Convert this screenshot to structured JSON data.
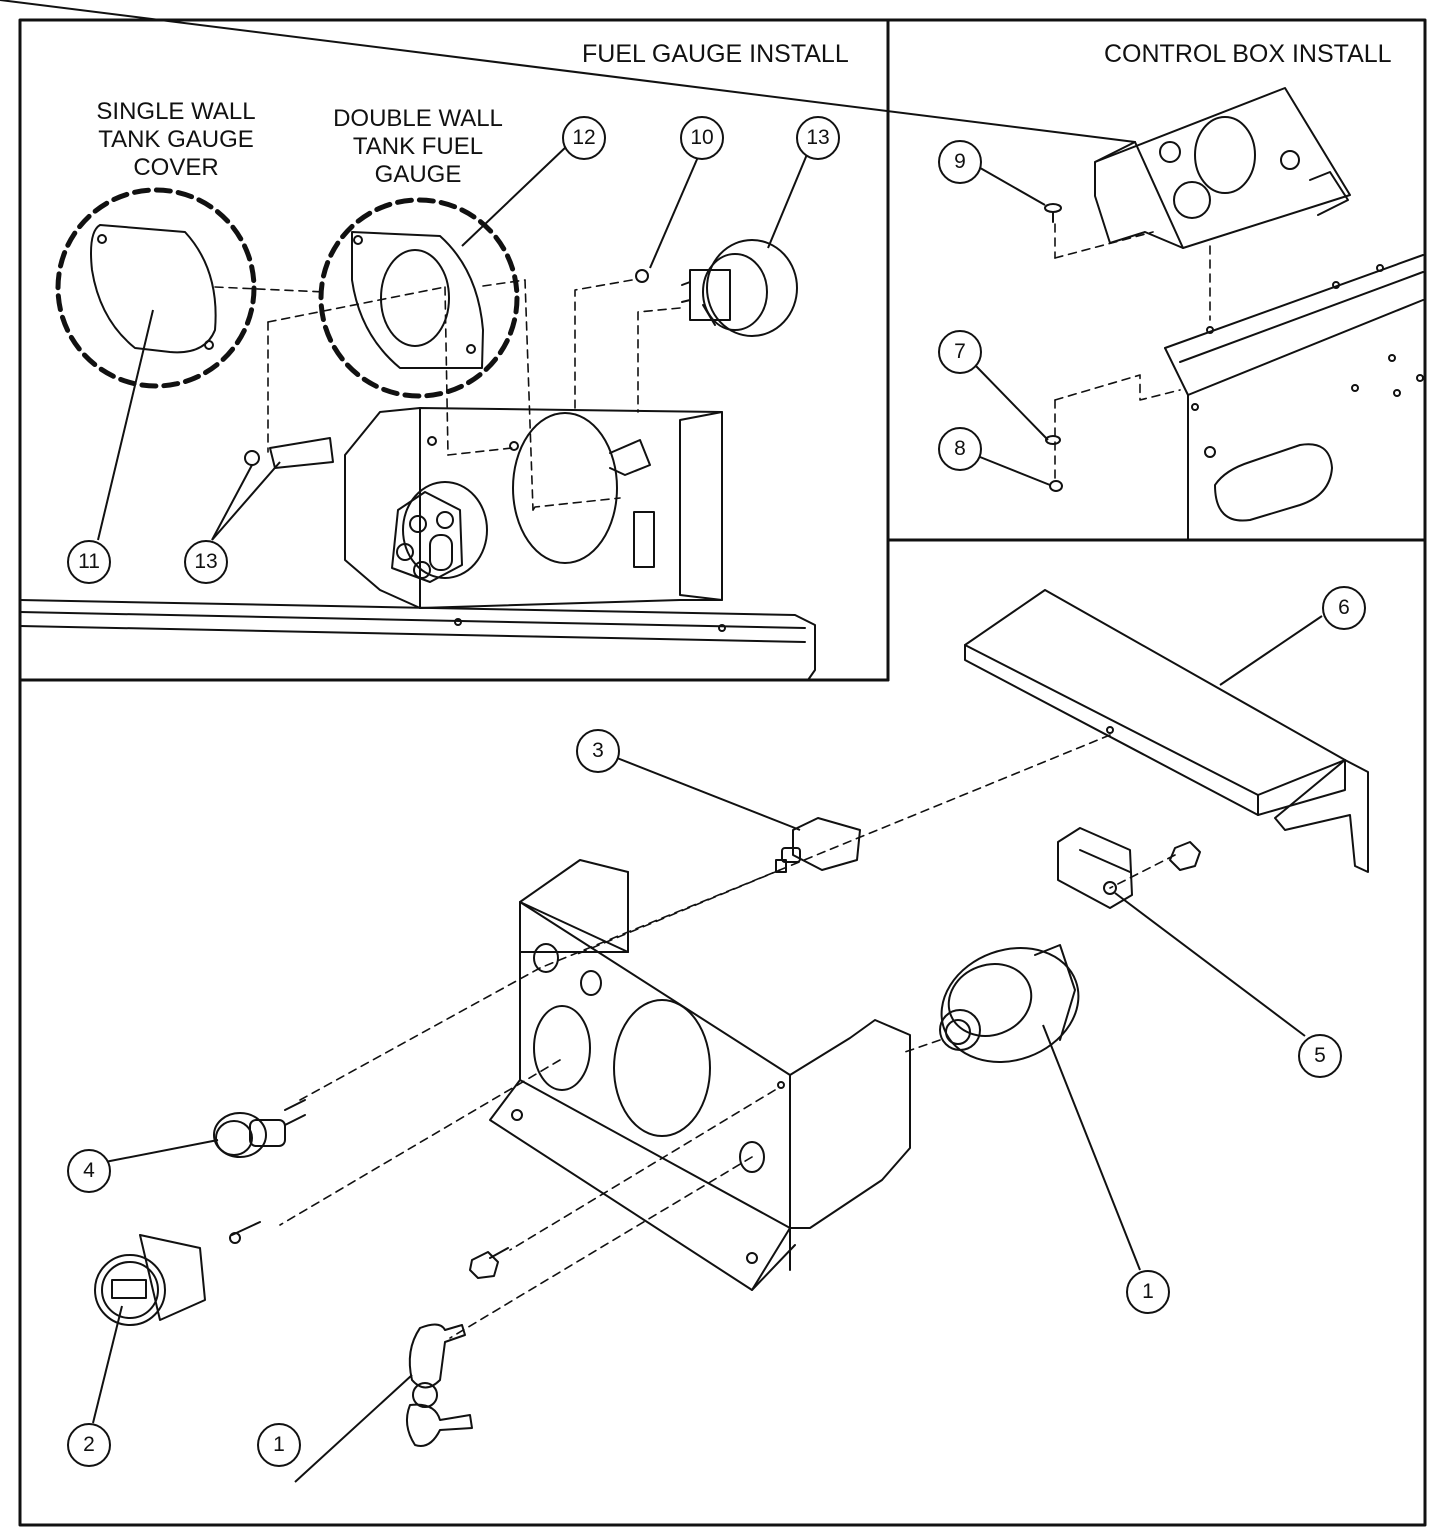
{
  "panels": {
    "fuel_gauge": {
      "title": "FUEL GAUGE INSTALL"
    },
    "control_box": {
      "title": "CONTROL BOX INSTALL"
    }
  },
  "captions": {
    "single_wall": [
      "SINGLE WALL",
      "TANK GAUGE",
      "COVER"
    ],
    "double_wall": [
      "DOUBLE WALL",
      "TANK FUEL",
      "GAUGE"
    ]
  },
  "callouts": {
    "c12": "12",
    "c10": "10",
    "c13_gauge": "13",
    "c11": "11",
    "c13_nut": "13",
    "c9": "9",
    "c7": "7",
    "c8": "8",
    "c6": "6",
    "c3": "3",
    "c5": "5",
    "c4": "4",
    "c2": "2",
    "c1_switch": "1",
    "c1_keys": "1"
  }
}
